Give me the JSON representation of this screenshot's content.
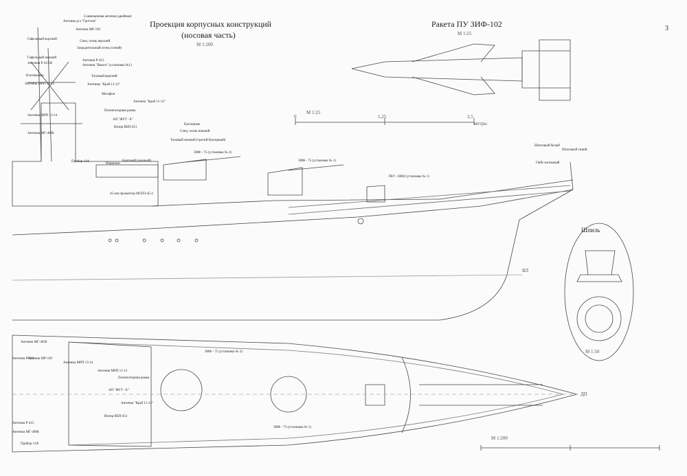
{
  "sheet": {
    "page_number": "3",
    "hull_title": "Проекция корпусных конструкций",
    "hull_subtitle": "(носовая часть)",
    "hull_scale": "М 1:200",
    "missile_title": "Ракета ПУ ЗИФ-102",
    "missile_scale": "М 1:25",
    "missile_bar": {
      "label": "М 1:25",
      "ticks": [
        "0",
        "1,25",
        "2,5"
      ],
      "unit": "метры"
    },
    "spire_title": "Шпиль",
    "spire_scale": "М 1:50",
    "plan_bar": {
      "label": "М 1:200"
    },
    "waterline_label": "ВЛ",
    "plan_line_label": "ДП"
  },
  "callouts_profile": [
    "Совмещенная антенна (двойная)",
    "Антенна р/л \"Гриттон\"",
    "Антенна МР-310",
    "Гафельный верхний",
    "Спец. огонь верхний",
    "Заградительный огонь (синий)",
    "Гафельный нижний",
    "Антенна Р-415",
    "Антенна \"Вьюга\" (установка №1)",
    "Антенна Р-415М",
    "Клотиковые",
    "Топовый верхний",
    "Антенна МРП 11-12",
    "Антенны \"Краб 11-12\"",
    "Мегафон",
    "Антенна \"Краб 11-12\"",
    "Пеленгаторная рамка",
    "Антенна МРП 13-14",
    "АП \"ФУТ - Б\"",
    "Визир ВБП-451",
    "Антенна МГ-4008",
    "Буксирные",
    "Спец. огонь нижний",
    "Топовый нижний (третий буксирный)",
    "Прибор 13А",
    "Перископ",
    "Бортовой (зеленый)",
    "ЗИФ - 75 (установка № 2)",
    "ЗИФ - 75 (установка № 1)",
    "45-мм прожектор МСПЗ-45-2",
    "РБУ - 6000 (установка № 1)",
    "Штаговый белый",
    "Штаговый синий",
    "Гюйс-штоковый"
  ],
  "callouts_plan": [
    "Антенна МГ-4058",
    "Антенна Р-824",
    "Антенна МР-310",
    "Антенна МРП 13-14",
    "Антенна МРП 11-12",
    "Пеленгаторная рамка",
    "АП \"ФУТ - Б\"",
    "Антенна \"Краб 11-12\"",
    "Визир ВБП-451",
    "Антенна Р-415",
    "Антенна МГ-4008",
    "Прибор 13А",
    "ЗИФ - 75 (установка № 2)",
    "ЗИФ - 75 (установка № 1)"
  ]
}
